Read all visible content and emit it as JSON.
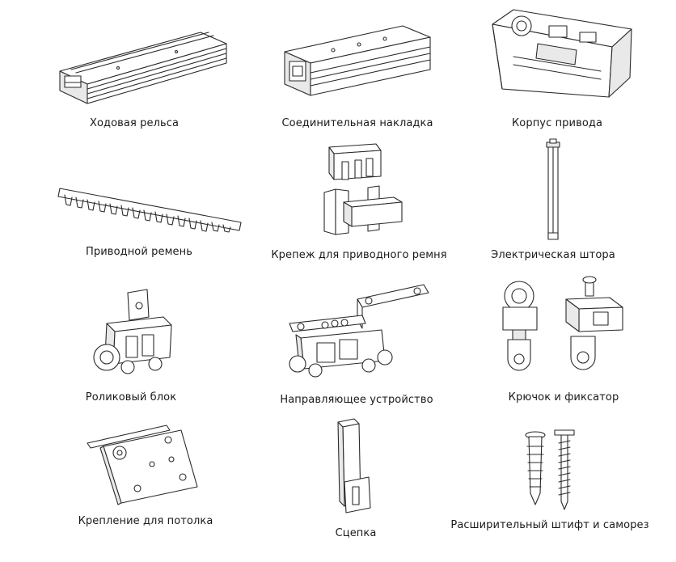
{
  "parts": [
    {
      "label": "Ходовая рельса"
    },
    {
      "label": "Соединительная накладка"
    },
    {
      "label": "Корпус привода"
    },
    {
      "label": "Приводной ремень"
    },
    {
      "label": "Крепеж для приводного ремня"
    },
    {
      "label": "Электрическая штора"
    },
    {
      "label": "Роликовый блок"
    },
    {
      "label": "Направляющее устройство"
    },
    {
      "label": "Крючок и фиксатор"
    },
    {
      "label": "Крепление для потолка"
    },
    {
      "label": "Сцепка"
    },
    {
      "label": "Расширительный штифт и саморез"
    }
  ]
}
